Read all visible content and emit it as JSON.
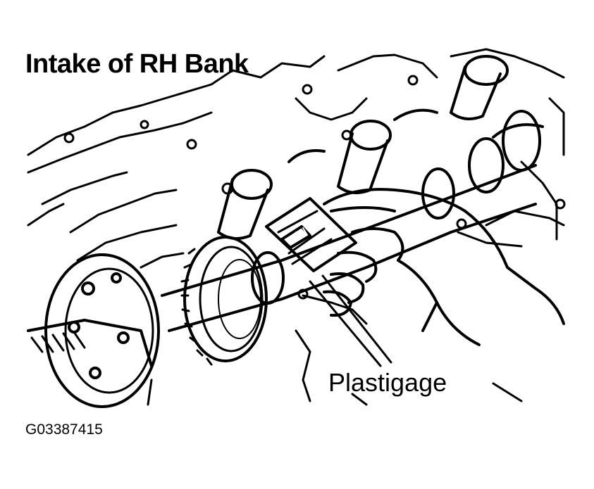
{
  "figure": {
    "title": "Intake of RH Bank",
    "callout_label": "Plastigage",
    "figure_id": "G03387415"
  }
}
